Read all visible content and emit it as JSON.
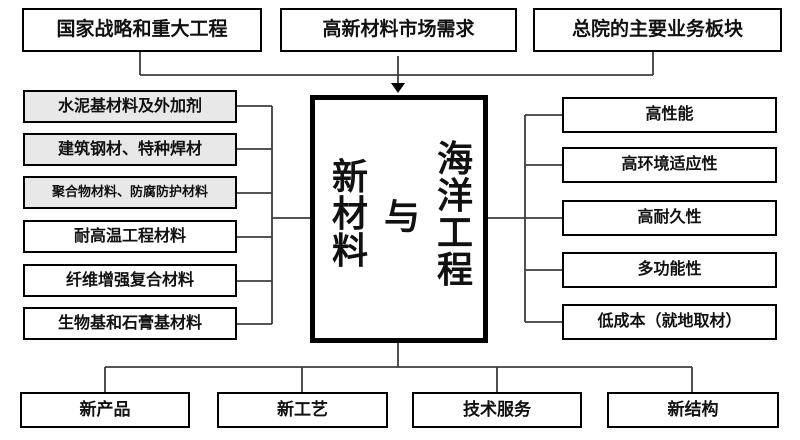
{
  "diagram": {
    "title_hint": "海洋工程与新材料关系图",
    "top_row": [
      {
        "label": "国家战略和重大工程"
      },
      {
        "label": "高新材料市场需求"
      },
      {
        "label": "总院的主要业务板块"
      }
    ],
    "left_column": [
      {
        "label": "水泥基材料及外加剂",
        "highlighted": true
      },
      {
        "label": "建筑钢材、特种焊材",
        "highlighted": true
      },
      {
        "label": "聚合物材料、防腐防护材料",
        "highlighted": true
      },
      {
        "label": "耐高温工程材料",
        "highlighted": false
      },
      {
        "label": "纤维增强复合材料",
        "highlighted": false
      },
      {
        "label": "生物基和石膏基材料",
        "highlighted": false
      }
    ],
    "center": {
      "right_text": "海洋工程",
      "middle_text": "与",
      "left_text": "新材料"
    },
    "right_column": [
      {
        "label": "高性能"
      },
      {
        "label": "高环境适应性"
      },
      {
        "label": "高耐久性"
      },
      {
        "label": "多功能性"
      },
      {
        "label": "低成本（就地取材）"
      }
    ],
    "bottom_row": [
      {
        "label": "新产品"
      },
      {
        "label": "新工艺"
      },
      {
        "label": "技术服务"
      },
      {
        "label": "新结构"
      }
    ],
    "colors": {
      "border": "#000000",
      "connector": "#3d3d3d",
      "highlight_fill": "#e8e8e8",
      "box_fill": "#ffffff"
    }
  }
}
